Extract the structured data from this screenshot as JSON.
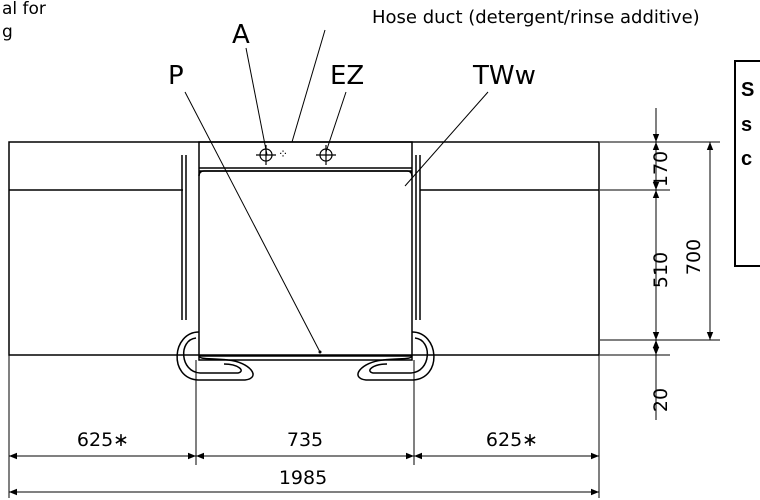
{
  "labels": {
    "note_line1": "al for",
    "note_line2": "g",
    "hose_duct": "Hose duct (detergent/rinse additive)",
    "a": "A",
    "p": "P",
    "ez": "EZ",
    "tww": "TWw"
  },
  "box_text": {
    "line1": "S",
    "line2": "s",
    "line3": "c"
  },
  "dimensions": {
    "left": "625∗",
    "center": "735",
    "right": "625∗",
    "total": "1985",
    "top_section": "170",
    "middle_section": "510",
    "overall_height": "700",
    "bottom_gap": "20"
  }
}
